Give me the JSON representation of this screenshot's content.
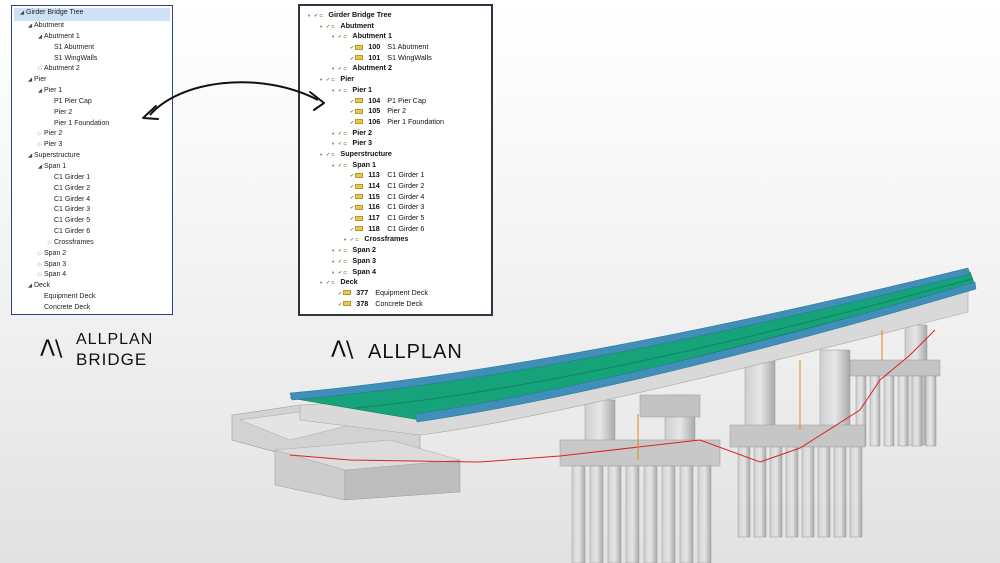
{
  "left_tree": {
    "rows": [
      {
        "label": "Girder Bridge Tree",
        "depth": 0,
        "toggle": "open"
      },
      {
        "label": "Abutment",
        "depth": 1,
        "toggle": "open"
      },
      {
        "label": "Abutment 1",
        "depth": 2,
        "toggle": "open"
      },
      {
        "label": "S1 Abutment",
        "depth": 3,
        "toggle": ""
      },
      {
        "label": "S1 WingWalls",
        "depth": 3,
        "toggle": ""
      },
      {
        "label": "Abutment 2",
        "depth": 2,
        "toggle": "closed"
      },
      {
        "label": "Pier",
        "depth": 1,
        "toggle": "open"
      },
      {
        "label": "Pier 1",
        "depth": 2,
        "toggle": "open"
      },
      {
        "label": "P1 Pier Cap",
        "depth": 3,
        "toggle": ""
      },
      {
        "label": "Pier 2",
        "depth": 3,
        "toggle": ""
      },
      {
        "label": "Pier 1 Foundation",
        "depth": 3,
        "toggle": ""
      },
      {
        "label": "Pier 2",
        "depth": 2,
        "toggle": "closed"
      },
      {
        "label": "Pier 3",
        "depth": 2,
        "toggle": "closed"
      },
      {
        "label": "Superstructure",
        "depth": 1,
        "toggle": "open"
      },
      {
        "label": "Span 1",
        "depth": 2,
        "toggle": "open"
      },
      {
        "label": "C1 Girder 1",
        "depth": 3,
        "toggle": ""
      },
      {
        "label": "C1 Girder 2",
        "depth": 3,
        "toggle": ""
      },
      {
        "label": "C1 Girder 4",
        "depth": 3,
        "toggle": ""
      },
      {
        "label": "C1 Girder 3",
        "depth": 3,
        "toggle": ""
      },
      {
        "label": "C1 Girder 5",
        "depth": 3,
        "toggle": ""
      },
      {
        "label": "C1 Girder 6",
        "depth": 3,
        "toggle": ""
      },
      {
        "label": "Crossframes",
        "depth": 3,
        "toggle": "closed"
      },
      {
        "label": "Span 2",
        "depth": 2,
        "toggle": "closed"
      },
      {
        "label": "Span 3",
        "depth": 2,
        "toggle": "closed"
      },
      {
        "label": "Span 4",
        "depth": 2,
        "toggle": "closed"
      },
      {
        "label": "Deck",
        "depth": 1,
        "toggle": "open"
      },
      {
        "label": "Equipment Deck",
        "depth": 2,
        "toggle": ""
      },
      {
        "label": "Concrete Deck",
        "depth": 2,
        "toggle": ""
      }
    ]
  },
  "right_tree": {
    "rows": [
      {
        "label": "Girder Bridge Tree",
        "depth": 0,
        "kind": "root"
      },
      {
        "label": "Abutment",
        "depth": 1,
        "kind": "group"
      },
      {
        "label": "Abutment 1",
        "depth": 2,
        "kind": "group"
      },
      {
        "num": "100",
        "label": "S1 Abutment",
        "depth": 3,
        "kind": "item"
      },
      {
        "num": "101",
        "label": "S1 WingWalls",
        "depth": 3,
        "kind": "item"
      },
      {
        "label": "Abutment 2",
        "depth": 2,
        "kind": "group"
      },
      {
        "label": "Pier",
        "depth": 1,
        "kind": "group"
      },
      {
        "label": "Pier 1",
        "depth": 2,
        "kind": "group"
      },
      {
        "num": "104",
        "label": "P1 Pier Cap",
        "depth": 3,
        "kind": "item"
      },
      {
        "num": "105",
        "label": "Pier 2",
        "depth": 3,
        "kind": "item"
      },
      {
        "num": "106",
        "label": "Pier 1 Foundation",
        "depth": 3,
        "kind": "item"
      },
      {
        "label": "Pier 2",
        "depth": 2,
        "kind": "group"
      },
      {
        "label": "Pier 3",
        "depth": 2,
        "kind": "group"
      },
      {
        "label": "Superstructure",
        "depth": 1,
        "kind": "group"
      },
      {
        "label": "Span 1",
        "depth": 2,
        "kind": "group"
      },
      {
        "num": "113",
        "label": "C1 Girder 1",
        "depth": 3,
        "kind": "item"
      },
      {
        "num": "114",
        "label": "C1 Girder 2",
        "depth": 3,
        "kind": "item"
      },
      {
        "num": "115",
        "label": "C1 Girder 4",
        "depth": 3,
        "kind": "item"
      },
      {
        "num": "116",
        "label": "C1 Girder 3",
        "depth": 3,
        "kind": "item"
      },
      {
        "num": "117",
        "label": "C1 Girder 5",
        "depth": 3,
        "kind": "item"
      },
      {
        "num": "118",
        "label": "C1 Girder 6",
        "depth": 3,
        "kind": "item"
      },
      {
        "label": "Crossframes",
        "depth": 3,
        "kind": "group"
      },
      {
        "label": "Span 2",
        "depth": 2,
        "kind": "group"
      },
      {
        "label": "Span 3",
        "depth": 2,
        "kind": "group"
      },
      {
        "label": "Span 4",
        "depth": 2,
        "kind": "group"
      },
      {
        "label": "Deck",
        "depth": 1,
        "kind": "group"
      },
      {
        "num": "377",
        "label": "Equipment Deck",
        "depth": 2,
        "kind": "item"
      },
      {
        "num": "378",
        "label": "Concrete Deck",
        "depth": 2,
        "kind": "item"
      }
    ]
  },
  "branding": {
    "left_logo_line1": "ALLPLAN",
    "left_logo_line2": "BRIDGE",
    "right_logo": "ALLPLAN",
    "logo_glyph": "Λ\\"
  },
  "colors": {
    "left_panel_border": "#2b3f8c",
    "right_panel_border": "#2d3540",
    "selection_bg": "#cfe1f7",
    "deck_green": "#17a37a",
    "barrier_blue": "#3f8fb8",
    "concrete": "#c9c9c9"
  }
}
